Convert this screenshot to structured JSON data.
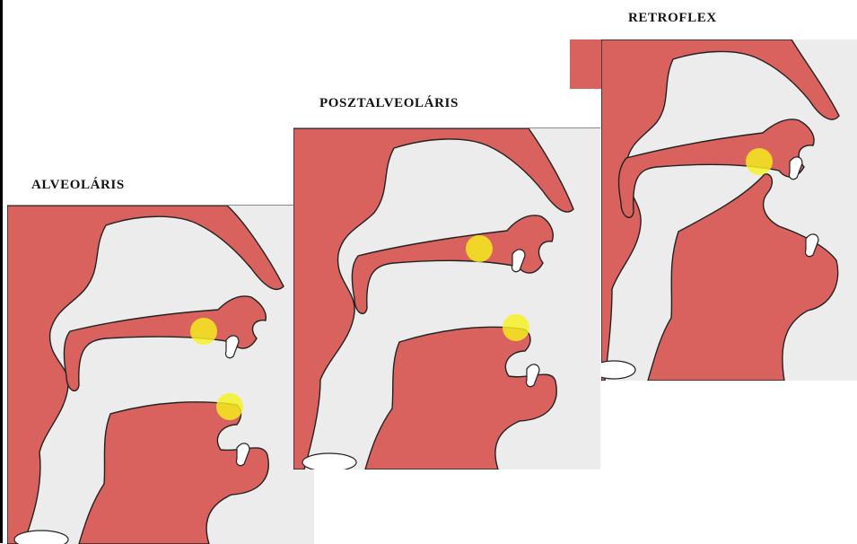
{
  "colors": {
    "tissue": "#d9625e",
    "cavity": "#ececec",
    "outline": "#222222",
    "teeth": "#ffffff",
    "highlight": "#f7f01e"
  },
  "panels": [
    {
      "id": "alveolar",
      "label": "ALVEOLÁRIS"
    },
    {
      "id": "postalveolar",
      "label": "POSZTALVEOLÁRIS"
    },
    {
      "id": "retroflex",
      "label": "RETROFLEX"
    }
  ]
}
